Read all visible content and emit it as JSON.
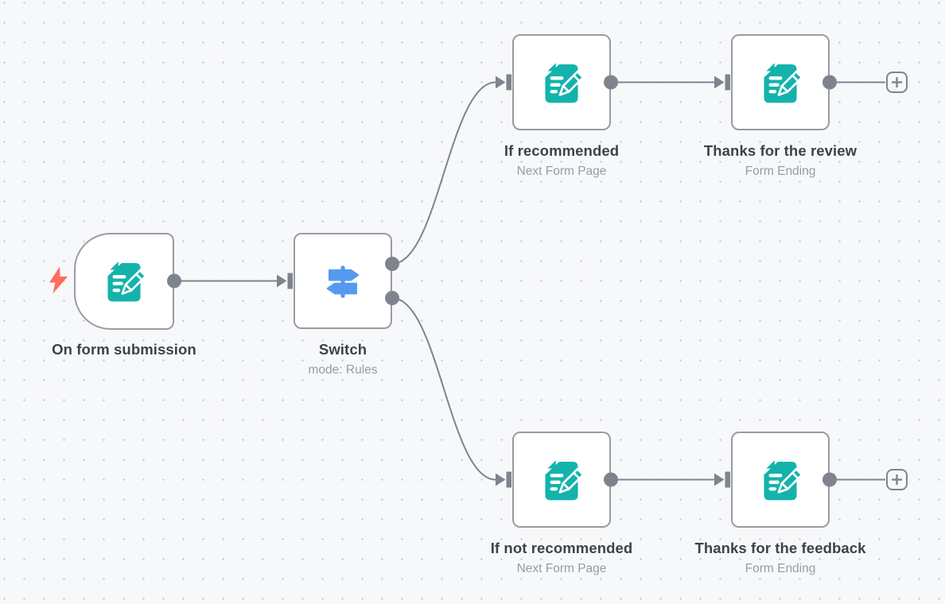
{
  "workflow": {
    "nodes": [
      {
        "id": "on-form-submission",
        "label": "On form submission",
        "subtitle": ""
      },
      {
        "id": "switch",
        "label": "Switch",
        "subtitle": "mode: Rules"
      },
      {
        "id": "if-recommended",
        "label": "If recommended",
        "subtitle": "Next Form Page"
      },
      {
        "id": "thanks-for-the-review",
        "label": "Thanks for the review",
        "subtitle": "Form Ending"
      },
      {
        "id": "if-not-recommended",
        "label": "If not recommended",
        "subtitle": "Next Form Page"
      },
      {
        "id": "thanks-for-the-feedback",
        "label": "Thanks for the feedback",
        "subtitle": "Form Ending"
      }
    ],
    "icons": {
      "form_node": "form-document-pencil-icon",
      "switch_node": "signpost-icon",
      "trigger_badge": "lightning-bolt-icon",
      "add_node": "plus-icon"
    },
    "colors": {
      "canvas_bg": "#f7f8fa",
      "grid_dot": "#c6c8d0",
      "node_border": "#999ba3",
      "connector": "#7f838d",
      "form_icon": "#13b3ab",
      "switch_icon": "#549bf0",
      "trigger_bolt": "#ff6d5a",
      "title_text": "#3c424c",
      "subtitle_text": "#979ba7"
    }
  }
}
